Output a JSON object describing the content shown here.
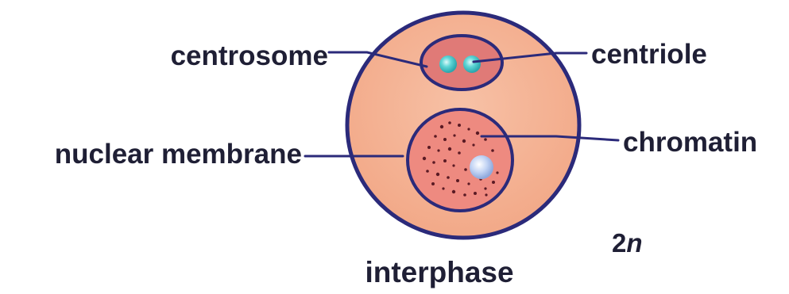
{
  "labels": {
    "centrosome": "centrosome",
    "centriole": "centriole",
    "nuclear_membrane": "nuclear membrane",
    "chromatin": "chromatin",
    "stage": "interphase",
    "ploidy_number": "2",
    "ploidy_letter": "n"
  },
  "colors": {
    "outline": "#2b2a7a",
    "cytoplasm": "#f4b193",
    "centrosome_fill": "#e07a77",
    "nucleus_fill": "#ee8a80",
    "centriole_fill": "#3fc7c7",
    "nucleolus_fill": "#c9d8f5",
    "chromatin_dots": "#5a1a24",
    "text": "#1f1f35"
  }
}
